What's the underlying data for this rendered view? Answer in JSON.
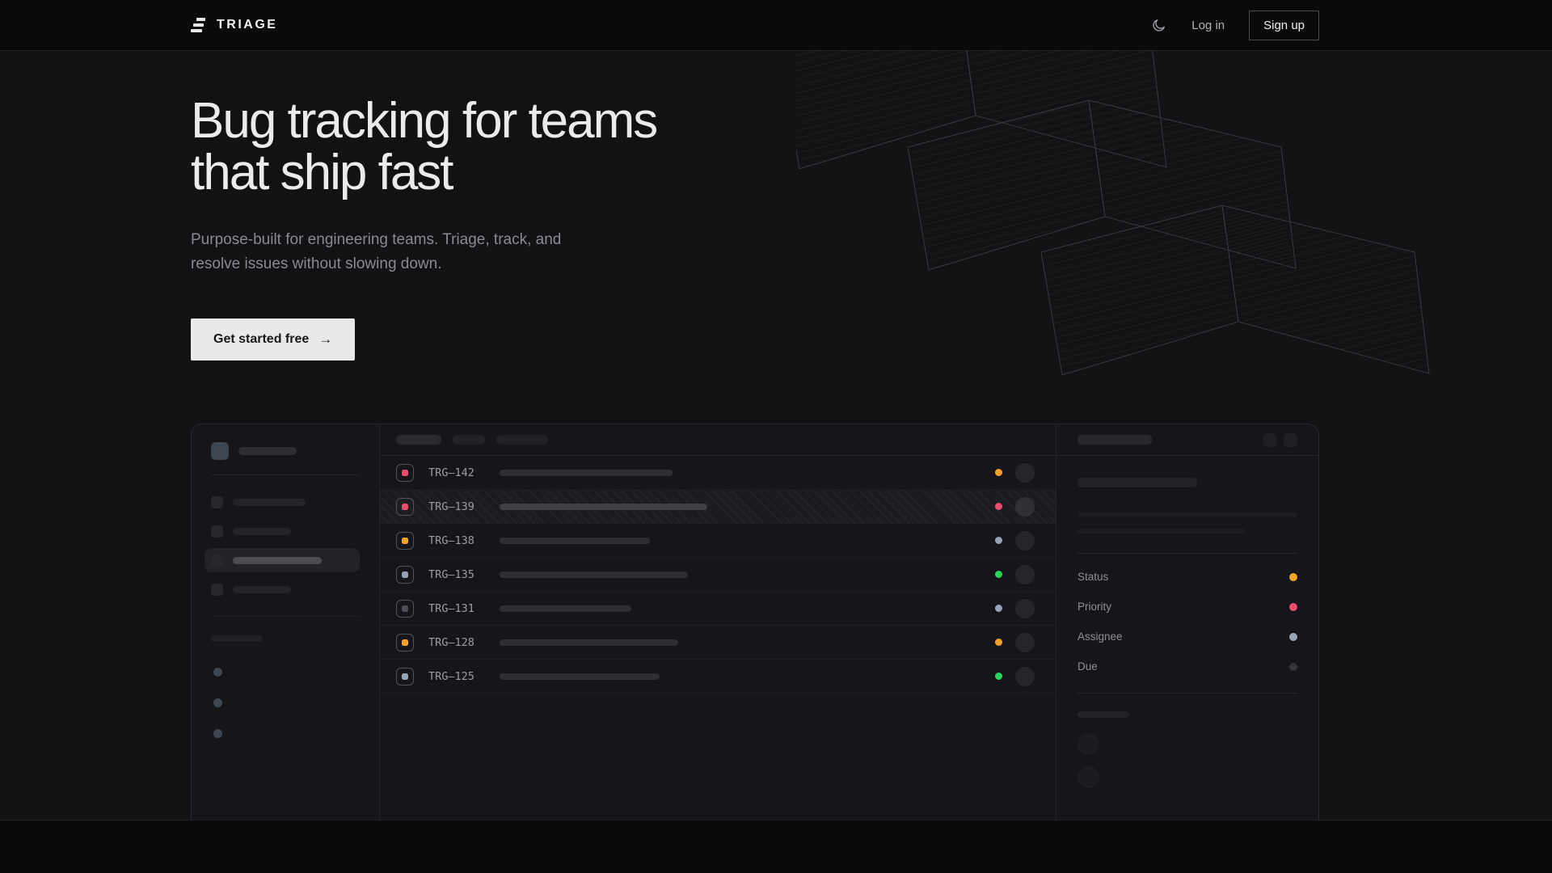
{
  "header": {
    "brand": "TRIAGE",
    "theme_icon": "moon-icon",
    "login_label": "Log in",
    "signup_label": "Sign up"
  },
  "hero": {
    "title_line1": "Bug tracking for teams",
    "title_line2": "that ship fast",
    "subtitle": "Purpose-built for engineering teams. Triage, track, and resolve issues without slowing down.",
    "cta_label": "Get started free",
    "cta_arrow": "→"
  },
  "mockup": {
    "issues": [
      {
        "id": "TRG–142",
        "icon_color": "#ee4c6e",
        "status_color": "#f3a226",
        "bar": 214
      },
      {
        "id": "TRG–139",
        "icon_color": "#ee4c6e",
        "status_color": "#ee4c6e",
        "bar": 257
      },
      {
        "id": "TRG–138",
        "icon_color": "#f3a226",
        "status_color": "#97a3b7",
        "bar": 186
      },
      {
        "id": "TRG–135",
        "icon_color": "#97a3b7",
        "status_color": "#2ad65a",
        "bar": 233
      },
      {
        "id": "TRG–131",
        "icon_color": "#4a4d55",
        "status_color": "#97a3b7",
        "bar": 163
      },
      {
        "id": "TRG–128",
        "icon_color": "#f3a226",
        "status_color": "#f3a226",
        "bar": 221
      },
      {
        "id": "TRG–125",
        "icon_color": "#97a3b7",
        "status_color": "#2ad65a",
        "bar": 198
      }
    ],
    "details": {
      "fields": [
        {
          "label": "Status",
          "color": "#f3a226"
        },
        {
          "label": "Priority",
          "color": "#ee4c6e"
        },
        {
          "label": "Assignee",
          "color": "#97a3b7"
        },
        {
          "label": "Due",
          "color": "#35353b"
        }
      ]
    }
  },
  "colors": {
    "cta_bg": "#e9e9e7",
    "pink": "#ee4c6e",
    "orange": "#f3a226",
    "green": "#2ad65a",
    "slate": "#97a3b7"
  }
}
